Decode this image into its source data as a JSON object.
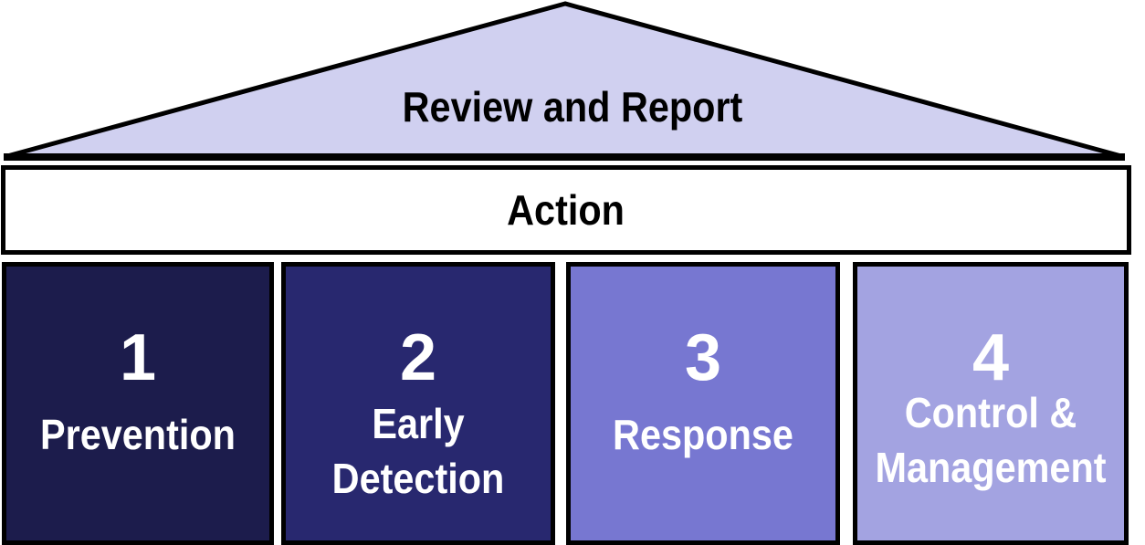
{
  "roof": {
    "label": "Review and Report",
    "fill": "#d0d0f0"
  },
  "beam": {
    "label": "Action",
    "fill": "#ffffff"
  },
  "pillars": [
    {
      "number": "1",
      "label": "Prevention",
      "fill": "#1c1c4c"
    },
    {
      "number": "2",
      "label": "Early Detection",
      "label_lines": [
        "Early",
        "Detection"
      ],
      "fill": "#28286f"
    },
    {
      "number": "3",
      "label": "Response",
      "fill": "#7777d1"
    },
    {
      "number": "4",
      "label": "Control & Management",
      "label_lines": [
        "Control &",
        "Management"
      ],
      "fill": "#a3a3e1"
    }
  ]
}
